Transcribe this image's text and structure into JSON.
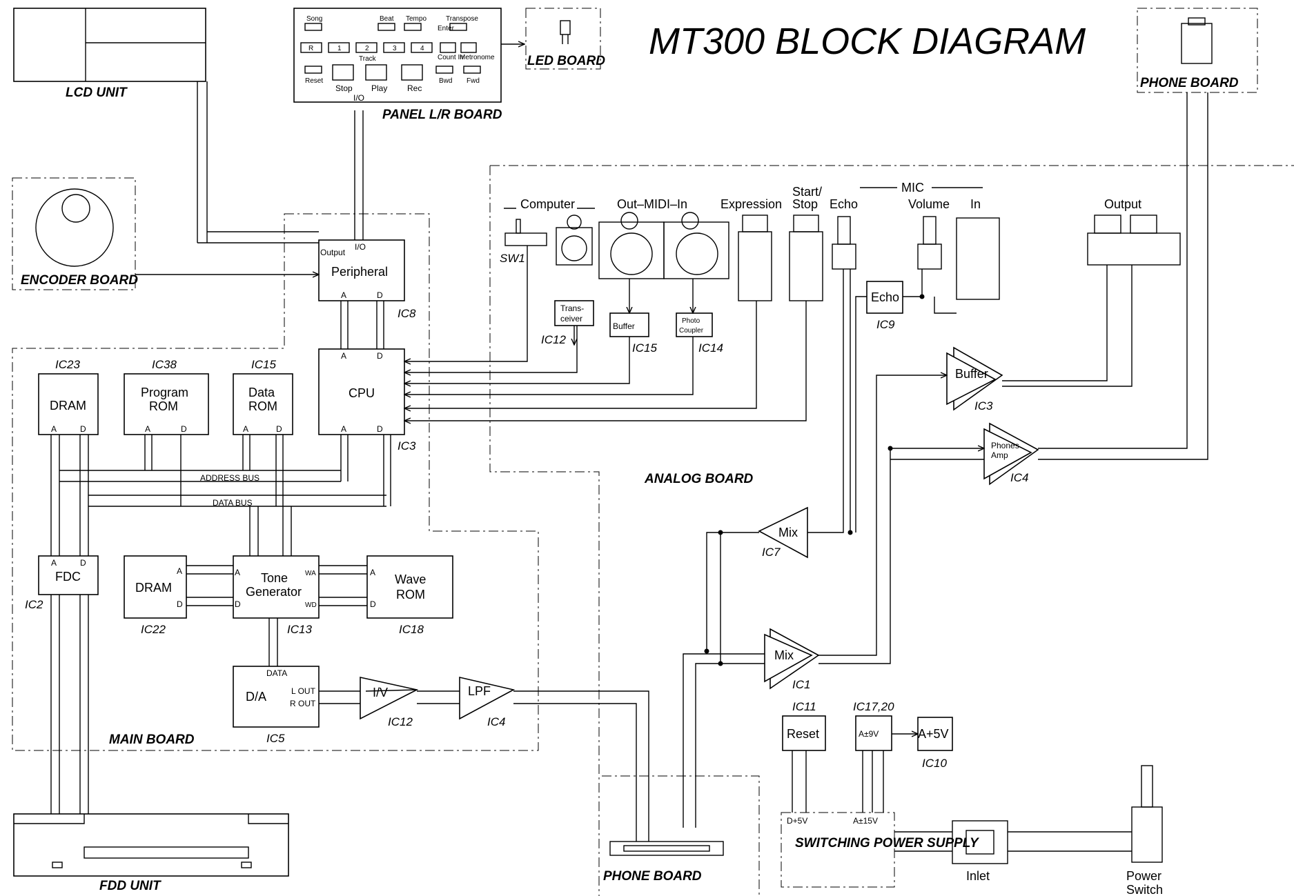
{
  "title": "MT300 BLOCK DIAGRAM",
  "boards": {
    "lcd": "LCD UNIT",
    "panel": "PANEL L/R BOARD",
    "led": "LED BOARD",
    "phone_top": "PHONE BOARD",
    "encoder": "ENCODER BOARD",
    "analog": "ANALOG BOARD",
    "main": "MAIN BOARD",
    "fdd": "FDD UNIT",
    "phone_bottom": "PHONE BOARD",
    "psu": "SWITCHING POWER SUPPLY"
  },
  "panel_buttons": {
    "song": "Song",
    "beat": "Beat",
    "tempo": "Tempo",
    "transpose": "Transpose",
    "enter": "Enter",
    "track": "Track",
    "countin": "Count In",
    "metronome": "Metronome",
    "reset": "Reset",
    "stop": "Stop",
    "play": "Play",
    "rec": "Rec",
    "bwd": "Bwd",
    "fwd": "Fwd",
    "t_r": "R",
    "t_1": "1",
    "t_2": "2",
    "t_3": "3",
    "t_4": "4",
    "io": "I/O"
  },
  "blocks": {
    "peripheral": {
      "label": "Peripheral",
      "io": "I/O",
      "output": "Output",
      "a": "A",
      "d": "D",
      "ic": "IC8"
    },
    "cpu": {
      "label": "CPU",
      "a": "A",
      "d": "D",
      "ic": "IC3"
    },
    "dram1": {
      "label": "DRAM",
      "a": "A",
      "d": "D",
      "ic": "IC23"
    },
    "prom": {
      "label1": "Program",
      "label2": "ROM",
      "a": "A",
      "d": "D",
      "ic": "IC38"
    },
    "drom": {
      "label1": "Data",
      "label2": "ROM",
      "a": "A",
      "d": "D",
      "ic": "IC15"
    },
    "fdc": {
      "label": "FDC",
      "a": "A",
      "d": "D",
      "ic": "IC2"
    },
    "dram2": {
      "label": "DRAM",
      "a": "A",
      "d": "D",
      "ic": "IC22"
    },
    "tg": {
      "label1": "Tone",
      "label2": "Generator",
      "a": "A",
      "d": "D",
      "wa": "WA",
      "wd": "WD",
      "ic": "IC13"
    },
    "wrom": {
      "label1": "Wave",
      "label2": "ROM",
      "a": "A",
      "d": "D",
      "ic": "IC18"
    },
    "da": {
      "label": "D/A",
      "data": "DATA",
      "lout": "L OUT",
      "rout": "R OUT",
      "ic": "IC5"
    },
    "iv": {
      "label": "I/V",
      "ic": "IC12"
    },
    "lpf": {
      "label": "LPF",
      "ic": "IC4"
    },
    "trans": {
      "label1": "Trans-",
      "label2": "ceiver",
      "ic": "IC12"
    },
    "buffer15": {
      "label": "Buffer",
      "ic": "IC15"
    },
    "photo": {
      "label1": "Photo",
      "label2": "Coupler",
      "ic": "IC14"
    },
    "echo": {
      "label": "Echo",
      "ic": "IC9"
    },
    "buffer3": {
      "label": "Buffer",
      "ic": "IC3"
    },
    "phones": {
      "label1": "Phones",
      "label2": "Amp",
      "ic": "IC4"
    },
    "mix7": {
      "label": "Mix",
      "ic": "IC7"
    },
    "mix1": {
      "label": "Mix",
      "ic": "IC1"
    },
    "reset": {
      "label": "Reset",
      "ic": "IC11"
    },
    "a9v": {
      "label": "A±9V",
      "ic": "IC17,20"
    },
    "a5v": {
      "label": "A+5V",
      "ic": "IC10"
    }
  },
  "buses": {
    "address": "ADDRESS BUS",
    "data": "DATA BUS"
  },
  "jacks": {
    "computer": "Computer",
    "sw1": "SW1",
    "midi": "Out–MIDI–In",
    "expression": "Expression",
    "start": "Start/",
    "stop": "Stop",
    "echo": "Echo",
    "mic": "MIC",
    "volume": "Volume",
    "in": "In",
    "output": "Output"
  },
  "power": {
    "d5v": "D+5V",
    "a15v": "A±15V",
    "inlet": "Inlet",
    "switch1": "Power",
    "switch2": "Switch"
  }
}
